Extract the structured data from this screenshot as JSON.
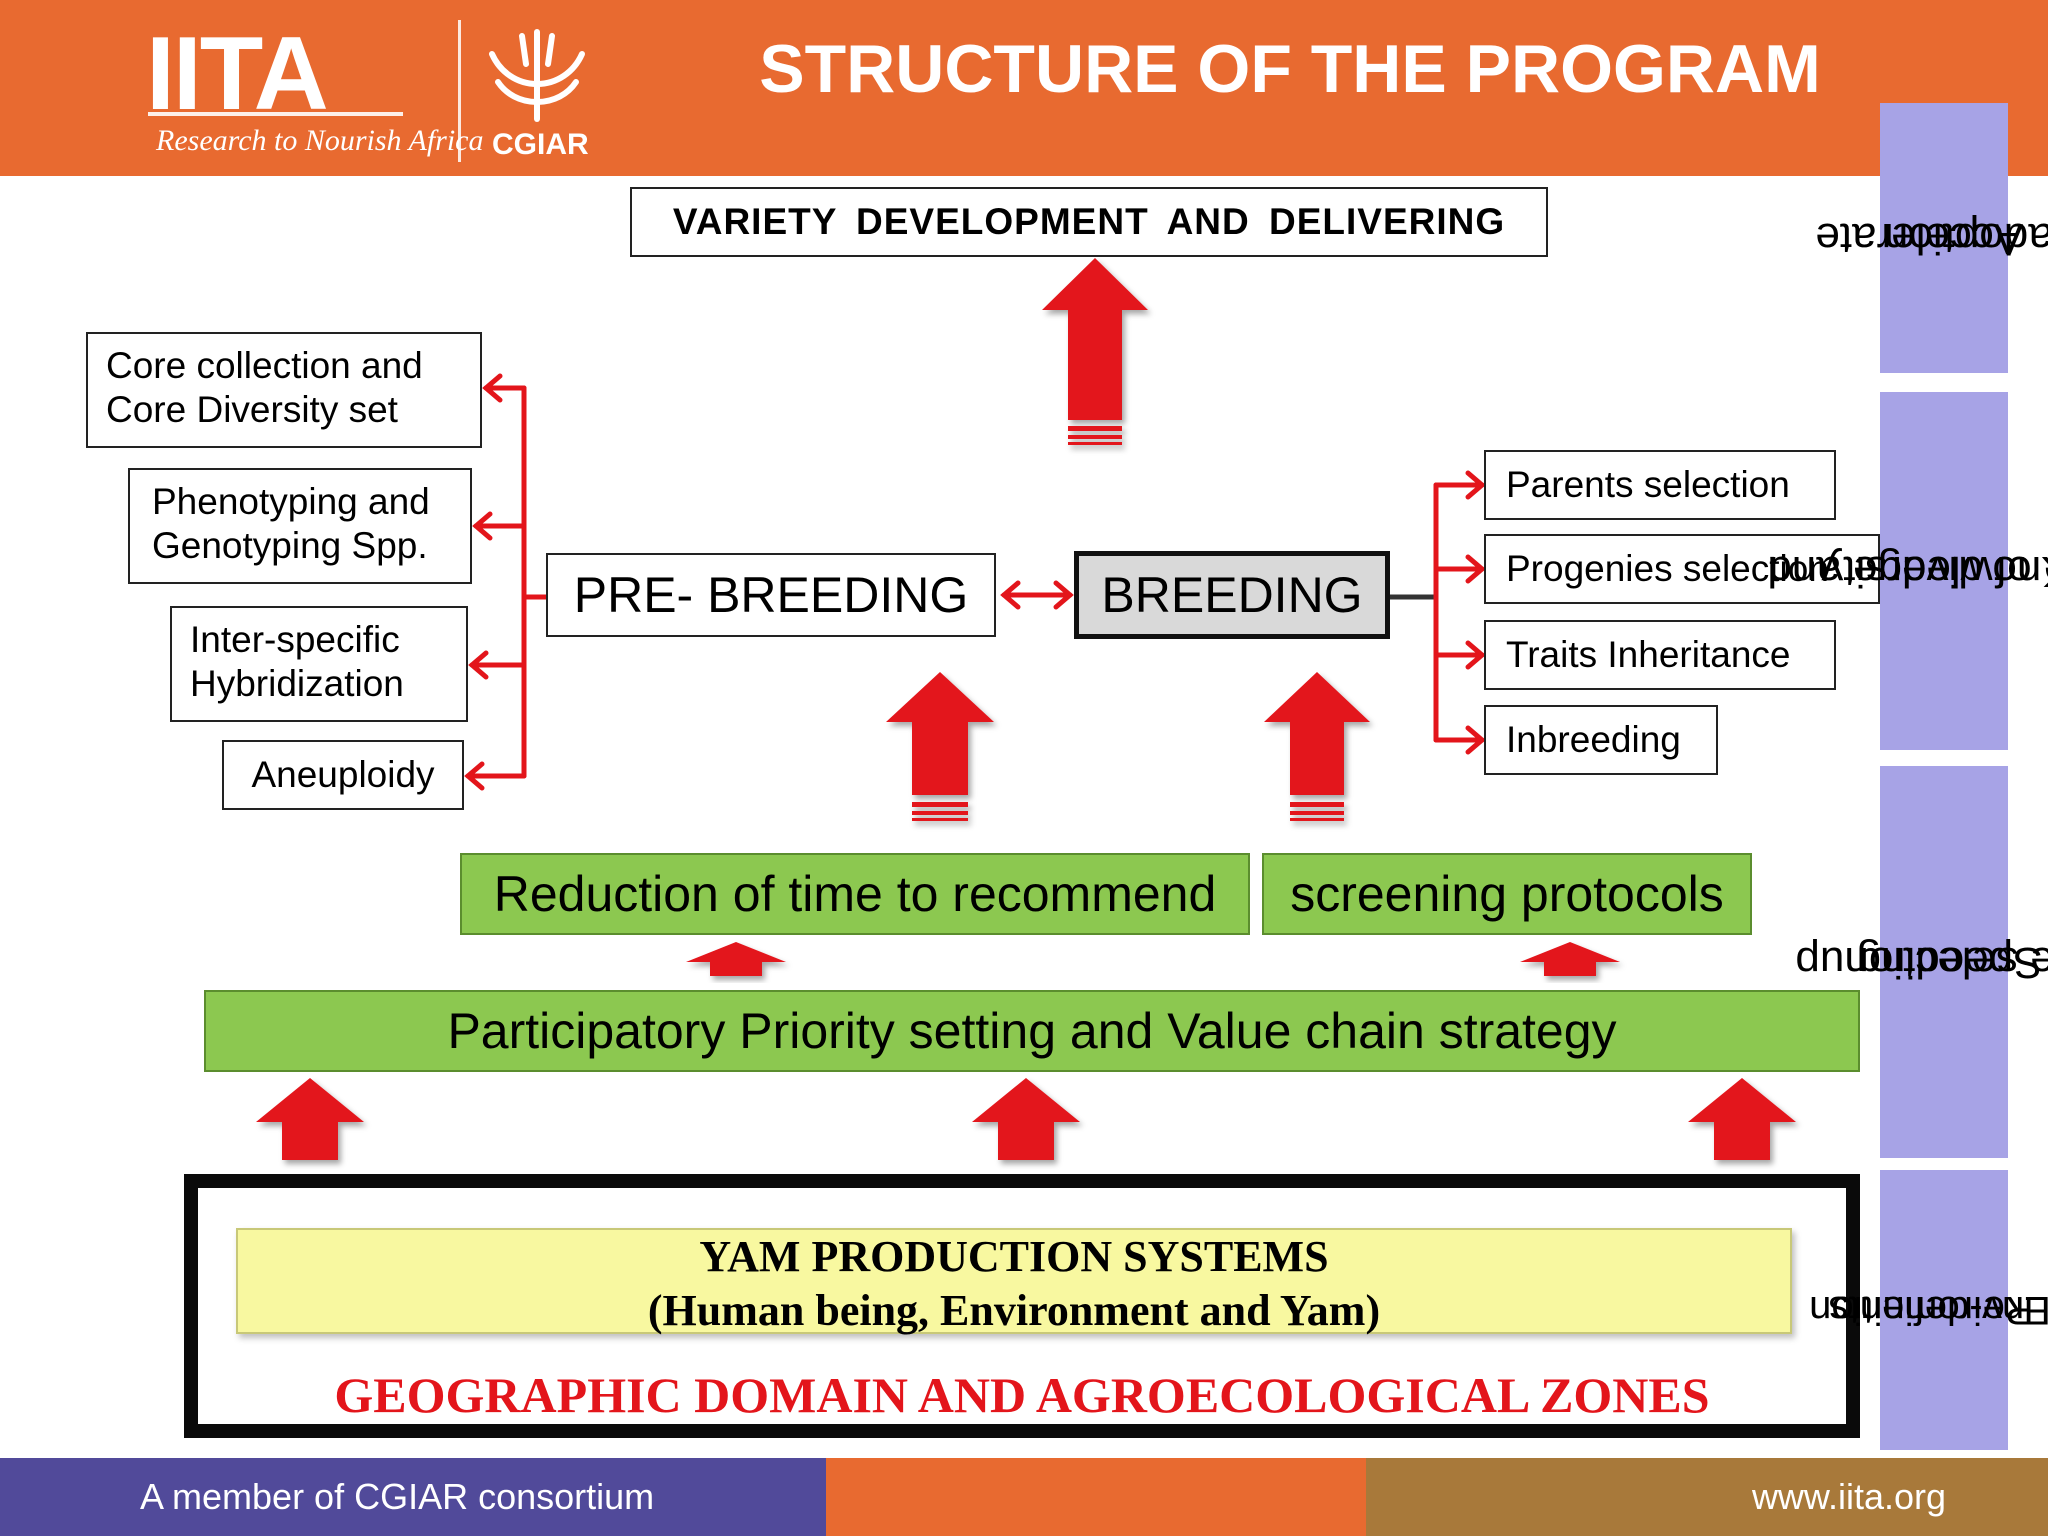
{
  "header": {
    "logo_text": "IITA",
    "logo_tagline": "Research to Nourish Africa",
    "partner_logo_text": "CGIAR",
    "title": "STRUCTURE OF THE PROGRAM"
  },
  "top_goal": "VARIETY  DEVELOPMENT  AND  DELIVERING",
  "pre_breeding": {
    "label": "PRE- BREEDING",
    "components": [
      {
        "line1": "Core collection and",
        "line2": "Core Diversity set"
      },
      {
        "line1": "Phenotyping and",
        "line2": "Genotyping Spp."
      },
      {
        "line1": "Inter-specific",
        "line2": "Hybridization"
      },
      {
        "line1": "Aneuploidy",
        "line2": ""
      }
    ]
  },
  "breeding": {
    "label": "BREEDING",
    "components": [
      "Parents selection",
      "Progenies selection",
      "Traits Inheritance",
      "Inbreeding"
    ]
  },
  "strategies": {
    "reduction": "Reduction of time to recommend",
    "screening": "screening protocols",
    "participatory": "Participatory Priority setting and Value chain strategy"
  },
  "foundation": {
    "yam_line1": "YAM PRODUCTION SYSTEMS",
    "yam_line2": "(Human being, Environment and Yam)",
    "geographic": "GEOGRAPHIC DOMAIN AND AGROECOLOGICAL ZONES"
  },
  "side_labels": [
    {
      "line1": "Accelerate",
      "line2": "adoption"
    },
    {
      "line1": "Knowledge and",
      "line2": "use of diversity"
    },
    {
      "line1": "Speeding up",
      "line2": "the selection"
    },
    {
      "line1": "Re-definition",
      "line2": "Of Enviroments"
    }
  ],
  "footer": {
    "left": "A member of CGIAR consortium",
    "right": "www.iita.org"
  },
  "colors": {
    "header_orange": "#e86a30",
    "arrow_red": "#e3151b",
    "green_box": "#8cc850",
    "yam_yellow": "#f8f8a0",
    "side_label_lavender": "#a7a3e6",
    "footer_purple": "#514a9a",
    "footer_brown": "#a8793a"
  }
}
